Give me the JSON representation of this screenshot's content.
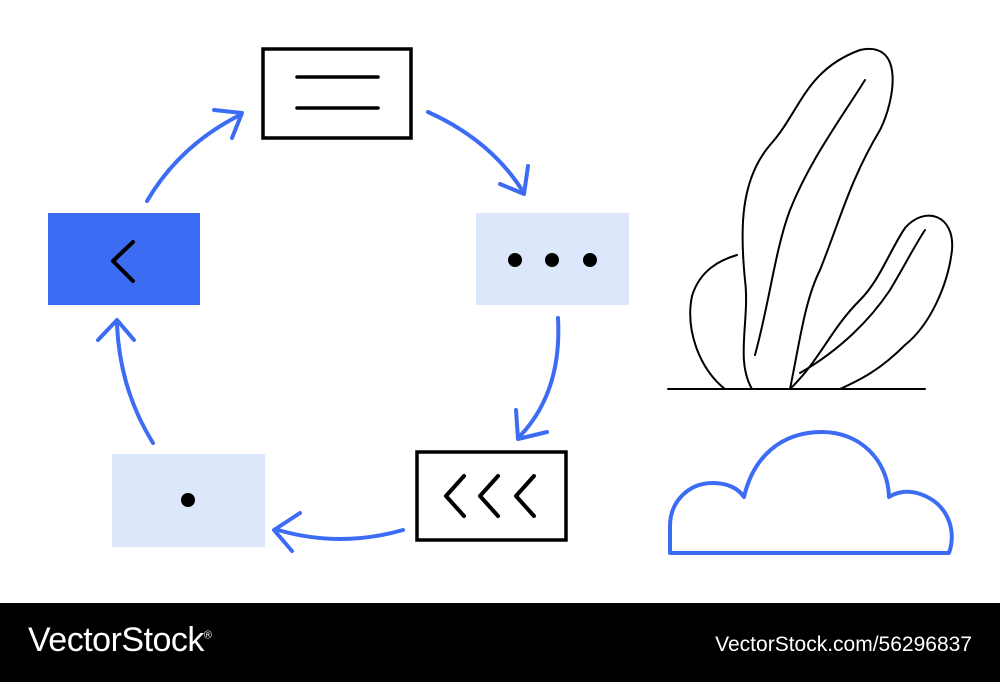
{
  "colors": {
    "accent": "#3d6cf4",
    "accent_light": "#dde7fb",
    "stroke": "#000000",
    "background": "#ffffff",
    "footer_bg": "#000000",
    "footer_text": "#ffffff"
  },
  "cycle": {
    "boxes": [
      {
        "name": "cycle-box-menu",
        "icon": "menu-lines-icon",
        "style": "outlined"
      },
      {
        "name": "cycle-box-more",
        "icon": "ellipsis-icon",
        "style": "light-fill"
      },
      {
        "name": "cycle-box-rewind",
        "icon": "triple-chevron-left-icon",
        "style": "outlined"
      },
      {
        "name": "cycle-box-dot",
        "icon": "dot-icon",
        "style": "light-fill"
      },
      {
        "name": "cycle-box-back",
        "icon": "chevron-left-icon",
        "style": "accent-fill"
      }
    ],
    "arrows": 5,
    "direction": "clockwise"
  },
  "illustration": {
    "plant": "leaf-plant-icon",
    "cloud": "cloud-icon"
  },
  "footer": {
    "brand": "VectorStock",
    "registered_mark": "®",
    "credit": "VectorStock.com/56296837"
  }
}
